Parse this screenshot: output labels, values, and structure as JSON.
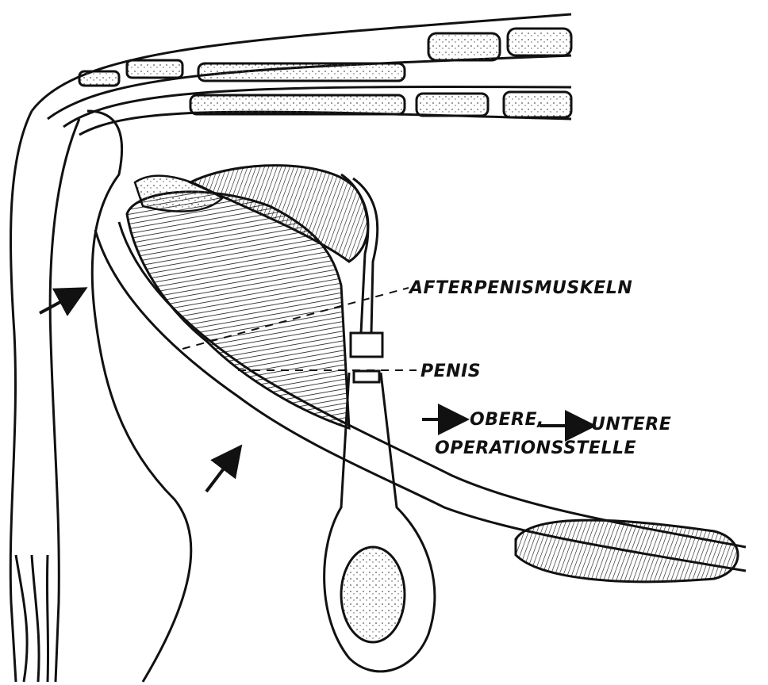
{
  "labels": {
    "afterpenismuskeln": "AFTERPENISMUSKELN",
    "penis": "PENIS",
    "obere": "OBERE,",
    "untere": "UNTERE",
    "operationsstelle": "OPERATIONSSTELLE"
  },
  "colors": {
    "ink": "#111111",
    "paper": "#ffffff",
    "stipple": "#555555"
  }
}
